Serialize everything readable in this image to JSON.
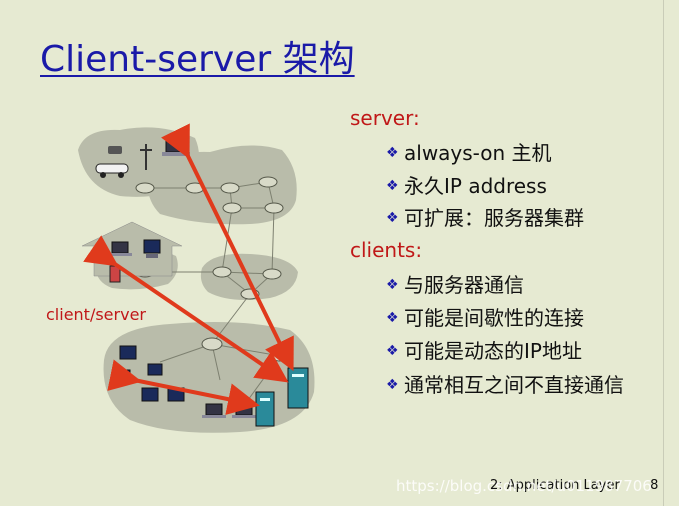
{
  "slide": {
    "title": "Client-server 架构",
    "server_label": "server:",
    "server_bullets": [
      "always-on 主机",
      "永久IP address",
      "可扩展：服务器集群"
    ],
    "clients_label": "clients:",
    "client_bullets": [
      "与服务器通信",
      "可能是间歇性的连接",
      "可能是动态的IP地址",
      "通常相互之间不直接通信"
    ],
    "diagram_label": "client/server",
    "footer": "2: Application Layer",
    "page_number": "8",
    "watermark": "https://blog.csdn.net/u011987706"
  },
  "colors": {
    "background": "#e6ead2",
    "title": "#1a1aa8",
    "accent_red": "#c01818",
    "arrow": "#e03a1c",
    "network_cloud": "#b9bcaa"
  }
}
